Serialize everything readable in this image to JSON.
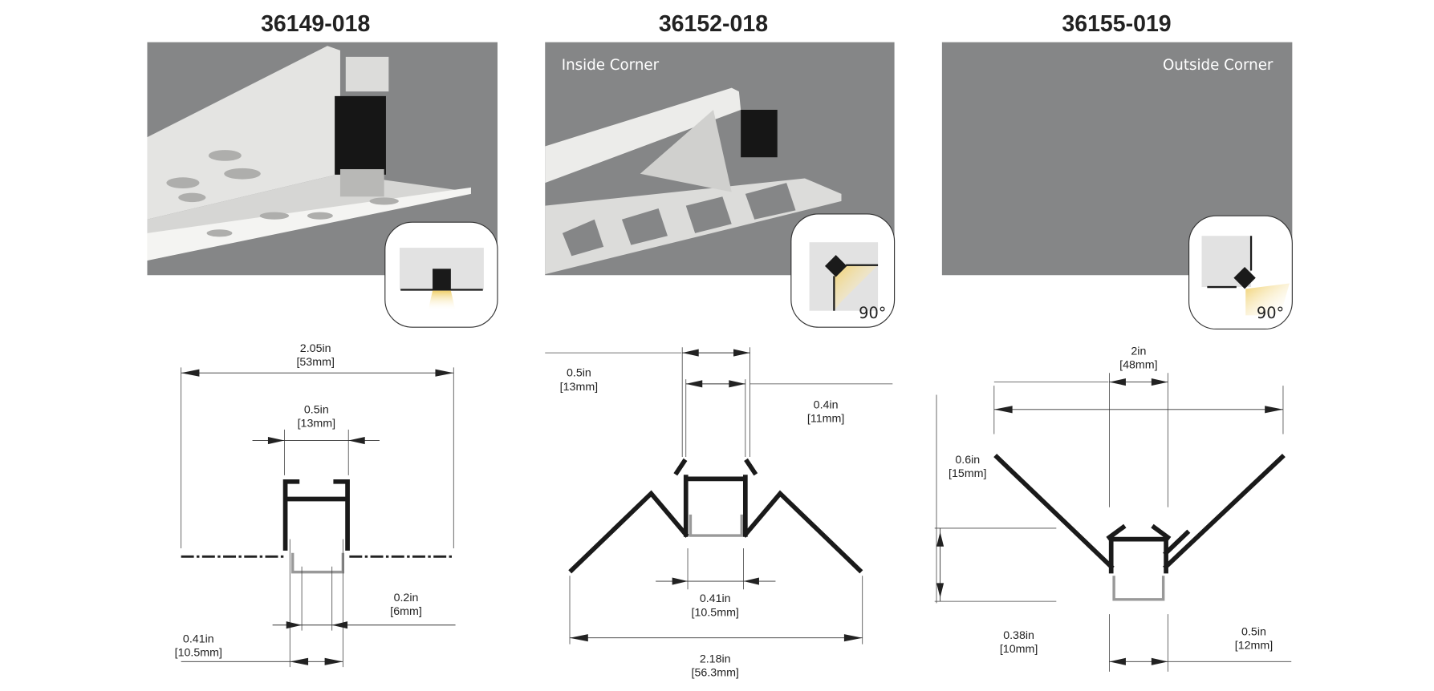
{
  "products": [
    {
      "title": "36149-018",
      "label": "",
      "dimensions": {
        "overall_width": {
          "in": "2.05in",
          "mm": "[53mm]"
        },
        "top_width": {
          "in": "0.5in",
          "mm": "[13mm]"
        },
        "lens": {
          "in": "0.2in",
          "mm": "[6mm]"
        },
        "channel": {
          "in": "0.41in",
          "mm": "[10.5mm]"
        }
      }
    },
    {
      "title": "36152-018",
      "label": "Inside Corner",
      "angle": "90°",
      "dimensions": {
        "top_width": {
          "in": "0.5in",
          "mm": "[13mm]"
        },
        "inner_width": {
          "in": "0.4in",
          "mm": "[11mm]"
        },
        "channel": {
          "in": "0.41in",
          "mm": "[10.5mm]"
        },
        "overall_width": {
          "in": "2.18in",
          "mm": "[56.3mm]"
        }
      }
    },
    {
      "title": "36155-019",
      "label": "Outside Corner",
      "angle": "90°",
      "dimensions": {
        "overall_width": {
          "in": "2in",
          "mm": "[48mm]"
        },
        "height": {
          "in": "0.6in",
          "mm": "[15mm]"
        },
        "channel": {
          "in": "0.38in",
          "mm": "[10mm]"
        },
        "outer": {
          "in": "0.5in",
          "mm": "[12mm]"
        }
      }
    }
  ],
  "colors": {
    "panel": "#858687",
    "profile": "#1a1a1a",
    "light": "#f3d98a"
  }
}
